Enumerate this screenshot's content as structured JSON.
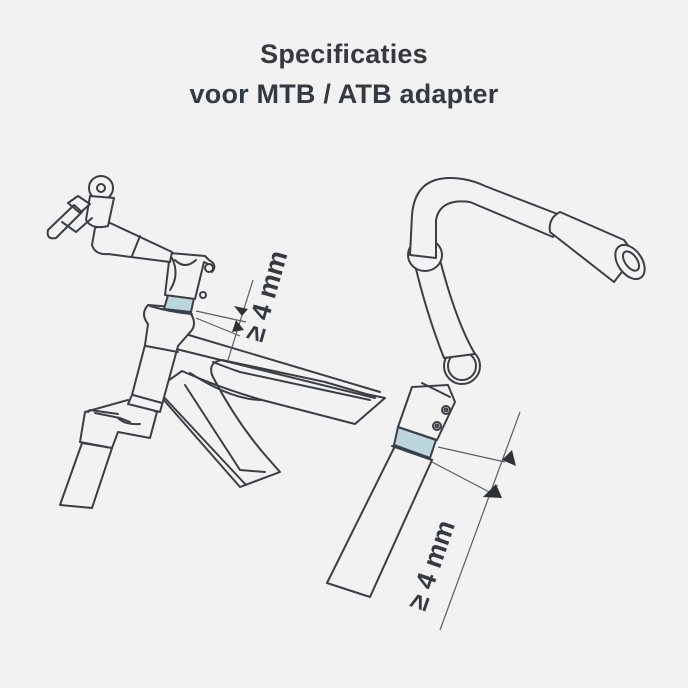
{
  "title": {
    "line1": "Specificaties",
    "line2": "voor MTB / ATB adapter"
  },
  "diagrams": [
    {
      "name": "bike-frame-stem",
      "dimension_label": "≥ 4 mm"
    },
    {
      "name": "adapter-handlebar",
      "dimension_label": "≥ 4 mm"
    }
  ],
  "colors": {
    "background": "#f2f2f2",
    "text": "#353a40",
    "line": "#3b3f45",
    "highlight_band": "#bcd6de"
  }
}
